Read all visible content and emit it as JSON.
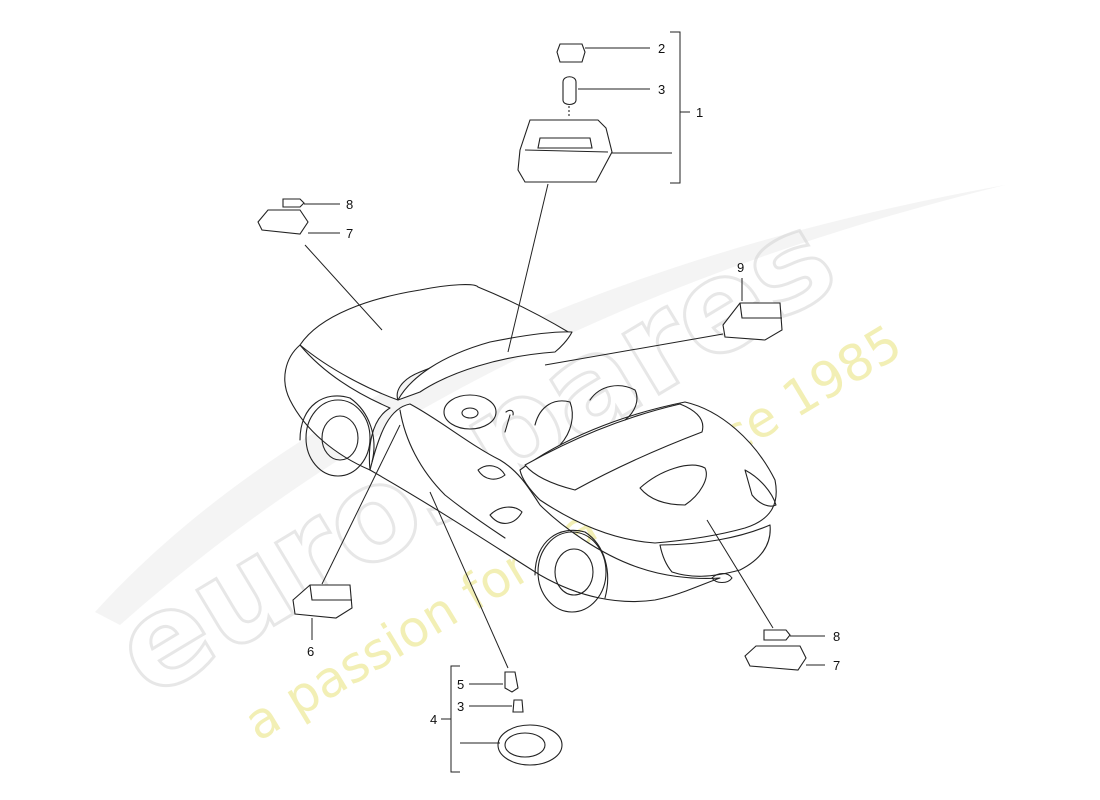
{
  "watermark": {
    "brand": "eurospares",
    "slogan": "a passion for parts since 1985"
  },
  "callouts": {
    "c1": "1",
    "c2": "2",
    "c3_top": "3",
    "c8_left": "8",
    "c7_left": "7",
    "c9": "9",
    "c6": "6",
    "c5": "5",
    "c3_bottom": "3",
    "c4": "4",
    "c8_right": "8",
    "c7_right": "7"
  }
}
